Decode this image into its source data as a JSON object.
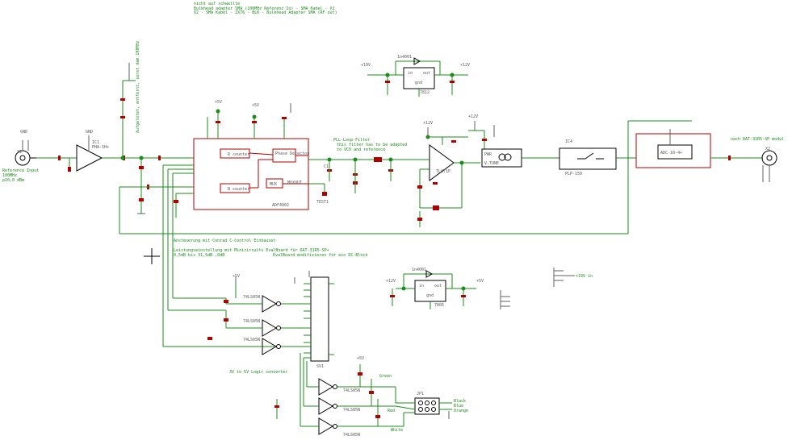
{
  "notes": {
    "top1": "nicht auf schwellte",
    "top2": "Bulkhead adapter SMA (100MHz Referenz In) - SMA Kabel - X1",
    "top3": "X2 - SMA Kabel - ZX76 - BLK - Bulkhead Adapter SMA (RF out)",
    "vco_note1": "Aufgelötet, entfernt, sonst dem 100MHz",
    "pll_filter": "PLL-Loop-Filter",
    "pll_filter2": "this filter has to be adapted",
    "pll_filter3": "to VCO and reference",
    "to_dat": "nach DAT-31R5-SP modul",
    "ctrl1": "Ansteuerung mit Conrad C-Control Einbauset",
    "ctrl2": "Leistungseinstellung mit Minicircuits EvalBoard für DAT-31R5-SP+",
    "ctrl3": "0,5dB bis 31,5dB        ,0dB",
    "ctrl4": "EvalBoard modifizieren für ein DC-Block",
    "logic": "3V to 5V Logic converter",
    "ref_in": "Reference Input",
    "ref_in2": "100MHz",
    "ref_in3": "p10,0 dBm",
    "psu": "+19V in"
  },
  "parts": {
    "amp": "IC1",
    "amp_val": "PHA-1H+",
    "pll": "ADF4002",
    "pll_r": "R counter",
    "pll_n": "N counter",
    "pll_pd": "Phase Detector",
    "pll_mux": "MUX",
    "pll_out": "MUXOUT",
    "opamp": "TL071P",
    "vco": "PWR",
    "vco2": "V-TUNE",
    "filt": "IC4",
    "filt_val": "PLP-150",
    "dat": "ADC-10-4+",
    "reg1": "7812",
    "reg2": "7805",
    "reg_in": "in",
    "reg_out": "out",
    "reg_gnd": "gnd",
    "diode": "1n4001",
    "conn": "SV1",
    "conn2": "JP1",
    "gate1": "74LS05N",
    "gate2": "74LS05N",
    "gate3": "74LS05N",
    "buf1": "74LS05N",
    "buf2": "74LS05N",
    "buf3": "74LS05N",
    "tp": "TEST1",
    "c1": "C1",
    "x1": "X1",
    "x2": "X2",
    "pwr1": "+5V",
    "pwr2": "+12V",
    "pwr3": "+19V",
    "gnd": "GND",
    "green": "Green",
    "red": "Red",
    "white": "White",
    "black": "Black",
    "blue": "Blue",
    "orange": "Orange"
  }
}
